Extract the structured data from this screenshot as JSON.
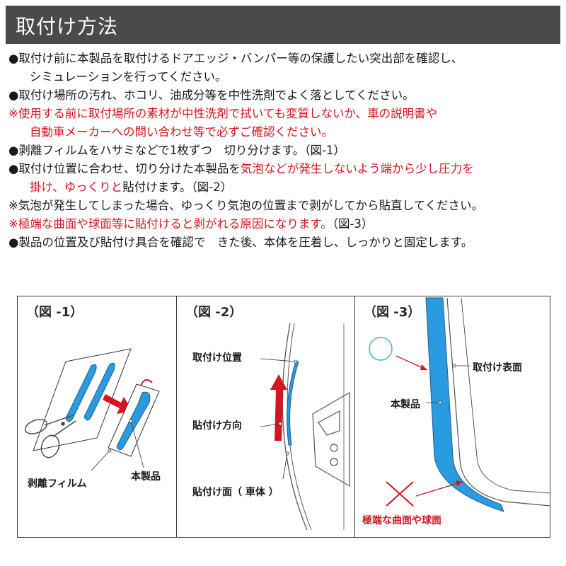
{
  "header": {
    "title": "取付け方法"
  },
  "instructions": [
    {
      "text": "●取付け前に本製品を取付けるドアエッジ・バンパー等の保護したい突出部を確認し、",
      "red": false,
      "indent": false
    },
    {
      "text": "シミュレーションを行ってください。",
      "red": false,
      "indent": true
    },
    {
      "text": "●取付け場所の汚れ、ホコリ、油成分等を中性洗剤でよく落としてください。",
      "red": false,
      "indent": false
    },
    {
      "text": "※使用する前に取付場所の素材が中性洗剤で拭いても変質しないか、車の説明書や",
      "red": true,
      "indent": false
    },
    {
      "text": "自動車メーカーへの問い合わせ等で必ずご確認ください。",
      "red": true,
      "indent": true
    },
    {
      "text": "●剥離フィルムをハサミなどで1枚ずつ　切り分けます。（図-1）",
      "red": false,
      "indent": false
    },
    {
      "parts": [
        {
          "text": "●取付け位置に合わせ、切り分けた本製品を",
          "red": false
        },
        {
          "text": "気泡などが発生しないよう端から少し圧力を",
          "red": true
        }
      ],
      "indent": false
    },
    {
      "parts": [
        {
          "text": "掛け、ゆっくりと",
          "red": true
        },
        {
          "text": "貼付けます。（図-2）",
          "red": false
        }
      ],
      "indent": true
    },
    {
      "text": "※気泡が発生してしまった場合、ゆっくり気泡の位置まで剥がしてから貼直してください。",
      "red": false,
      "indent": false
    },
    {
      "parts": [
        {
          "text": "※極端な曲面や球面等に貼付けると剥がれる原因になります。",
          "red": true
        },
        {
          "text": "（図-3）",
          "red": false
        }
      ],
      "indent": false
    },
    {
      "text": "●製品の位置及び貼付け具合を確認で　きた後、本体を圧着し、しっかりと固定します。",
      "red": false,
      "indent": false
    }
  ],
  "figures": {
    "fig1": {
      "title": "（図 -1）",
      "film_label": "剥離フィルム",
      "product_label": "本製品"
    },
    "fig2": {
      "title": "（図 -2）",
      "position_label": "取付け位置",
      "direction_label": "貼付け方向",
      "surface_label": "貼付け面（ 車体 ）"
    },
    "fig3": {
      "title": "（図 -3）",
      "surface_label": "取付け表面",
      "product_label": "本製品",
      "warning_label": "極端な曲面や球面"
    }
  },
  "colors": {
    "header_bg": "#4a4a4a",
    "accent_red": "#d6151f",
    "product_blue": "#2a9be0",
    "text": "#1a1a1a"
  }
}
